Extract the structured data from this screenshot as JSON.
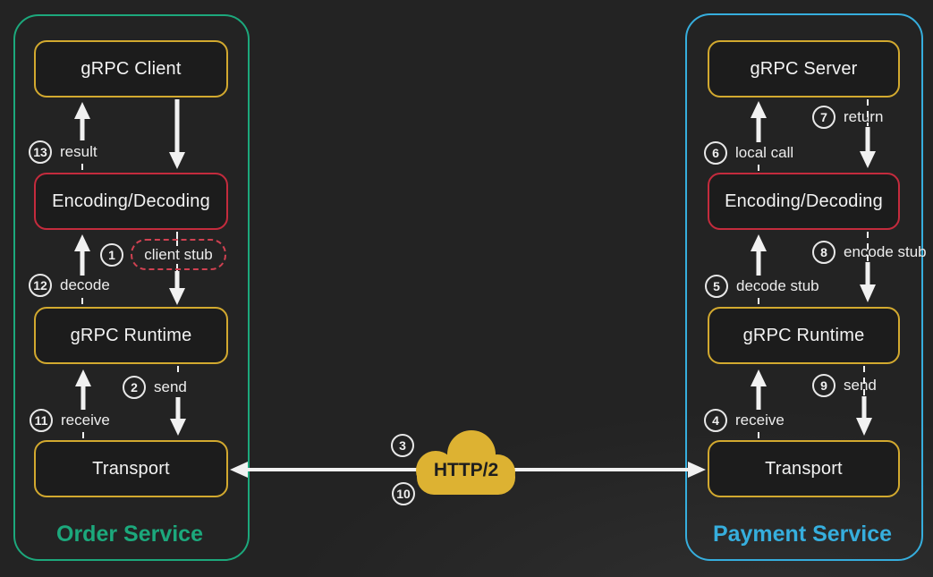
{
  "services": {
    "order": {
      "title": "Order Service",
      "accent_color": "#1ca87c",
      "boxes": [
        {
          "label": "gRPC Client"
        },
        {
          "label": "Encoding/Decoding"
        },
        {
          "label": "gRPC Runtime"
        },
        {
          "label": "Transport"
        }
      ]
    },
    "payment": {
      "title": "Payment Service",
      "accent_color": "#36aedd",
      "boxes": [
        {
          "label": "gRPC Server"
        },
        {
          "label": "Encoding/Decoding"
        },
        {
          "label": "gRPC Runtime"
        },
        {
          "label": "Transport"
        }
      ]
    }
  },
  "steps": {
    "s1": {
      "num": "1",
      "label": "client stub"
    },
    "s2": {
      "num": "2",
      "label": "send"
    },
    "s3": {
      "num": "3",
      "label": ""
    },
    "s4": {
      "num": "4",
      "label": "receive"
    },
    "s5": {
      "num": "5",
      "label": "decode stub"
    },
    "s6": {
      "num": "6",
      "label": "local call"
    },
    "s7": {
      "num": "7",
      "label": "return"
    },
    "s8": {
      "num": "8",
      "label": "encode stub"
    },
    "s9": {
      "num": "9",
      "label": "send"
    },
    "s10": {
      "num": "10",
      "label": ""
    },
    "s11": {
      "num": "11",
      "label": "receive"
    },
    "s12": {
      "num": "12",
      "label": "decode"
    },
    "s13": {
      "num": "13",
      "label": "result"
    }
  },
  "cloud": {
    "label": "HTTP/2",
    "color": "#ddb232"
  },
  "colors": {
    "background": "#232323",
    "box_fill": "#1c1c1c",
    "box_border_yellow": "#d2a92f",
    "box_border_red": "#c42b3d",
    "arrow_white": "#f1f1f1",
    "stub_pill_red": "#cf4151"
  }
}
